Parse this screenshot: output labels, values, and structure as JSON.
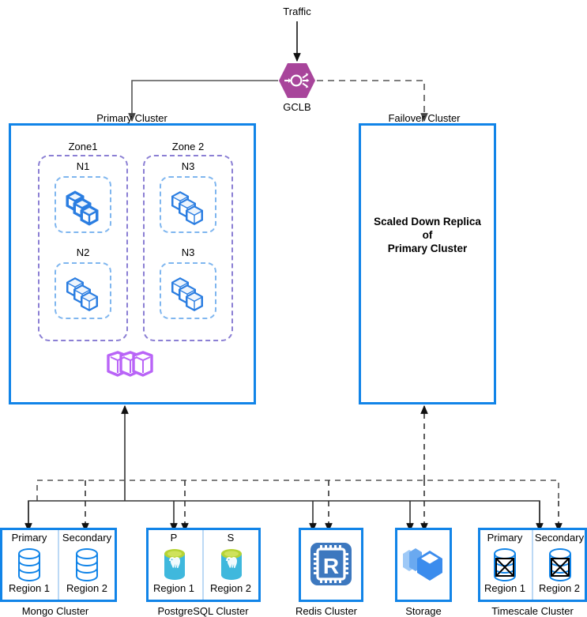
{
  "diagram": {
    "title_nodes": {
      "traffic": "Traffic",
      "gclb": "GCLB",
      "primary_cluster": "Primary Cluster",
      "failover_cluster": "Failover Cluster"
    },
    "failover_body": "Scaled Down Replica\nof\nPrimary Cluster",
    "primary_cluster": {
      "zones": [
        {
          "name": "Zone1",
          "nodes": [
            {
              "label": "N1",
              "icon": "three-cubes-icon"
            },
            {
              "label": "N2",
              "icon": "three-cubes-icon"
            }
          ]
        },
        {
          "name": "Zone 2",
          "nodes": [
            {
              "label": "N3",
              "icon": "three-cubes-icon"
            },
            {
              "label": "N3",
              "icon": "three-cubes-icon"
            }
          ]
        }
      ],
      "extra_icon": "three-purple-hex-cubes-icon"
    },
    "data_stores": [
      {
        "name": "Mongo Cluster",
        "icon": "mongo-db-cylinder-icon",
        "cells": [
          {
            "role": "Primary",
            "region": "Region 1"
          },
          {
            "role": "Secondary",
            "region": "Region 2"
          }
        ]
      },
      {
        "name": "PostgreSQL Cluster",
        "icon": "postgresql-elephant-icon",
        "cells": [
          {
            "role": "P",
            "region": "Region 1"
          },
          {
            "role": "S",
            "region": "Region 2"
          }
        ]
      },
      {
        "name": "Redis Cluster",
        "icon": "redis-chip-icon",
        "cells": []
      },
      {
        "name": "Storage",
        "icon": "storage-cubes-icon",
        "cells": []
      },
      {
        "name": "Timescale Cluster",
        "icon": "timescale-db-icon",
        "cells": [
          {
            "role": "Primary",
            "region": "Region 1"
          },
          {
            "role": "Secondary",
            "region": "Region 2"
          }
        ]
      }
    ],
    "colors": {
      "cluster_border": "#1184e8",
      "zone_border": "#8b7fd4",
      "node_border": "#7fb6ef",
      "gclb_fill": "#a8459b",
      "cube_blue": "#2a7de1",
      "cube_purple": "#b964f7",
      "redis_blue": "#3d78bf",
      "storage_blue": "#3b8ced",
      "postgres_cyan": "#3fb8dd",
      "postgres_top": "#b5d334",
      "connector": "#3a3a3a"
    }
  }
}
